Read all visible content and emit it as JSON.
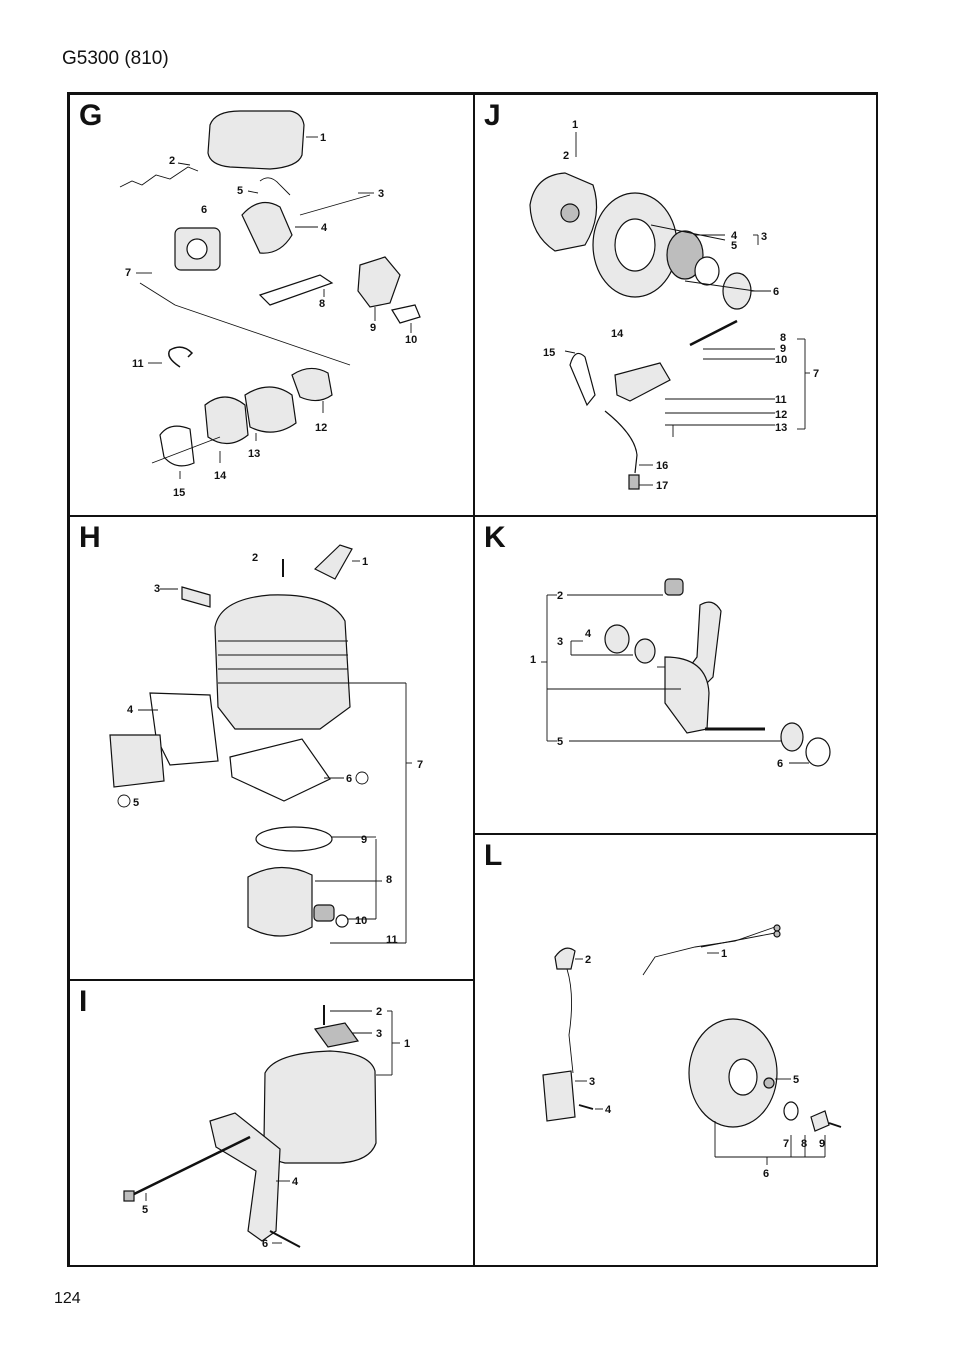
{
  "header": {
    "title": "G5300 (810)"
  },
  "footer": {
    "page_number": "124"
  },
  "panels": {
    "G": {
      "letter": "G",
      "callouts": [
        "1",
        "2",
        "3",
        "4",
        "5",
        "6",
        "7",
        "8",
        "9",
        "10",
        "11",
        "12",
        "13",
        "14",
        "15"
      ]
    },
    "J": {
      "letter": "J",
      "callouts": [
        "1",
        "2",
        "3",
        "4",
        "5",
        "6",
        "7",
        "8",
        "9",
        "10",
        "11",
        "12",
        "13",
        "14",
        "15",
        "16",
        "17"
      ]
    },
    "H": {
      "letter": "H",
      "callouts": [
        "1",
        "2",
        "3",
        "4",
        "5",
        "6",
        "7",
        "8",
        "9",
        "10",
        "11"
      ]
    },
    "K": {
      "letter": "K",
      "callouts": [
        "1",
        "2",
        "3",
        "4",
        "5",
        "6"
      ]
    },
    "I": {
      "letter": "I",
      "callouts": [
        "1",
        "2",
        "3",
        "4",
        "5",
        "6"
      ]
    },
    "L": {
      "letter": "L",
      "callouts": [
        "1",
        "2",
        "3",
        "4",
        "5",
        "6",
        "7",
        "8",
        "9"
      ]
    }
  }
}
